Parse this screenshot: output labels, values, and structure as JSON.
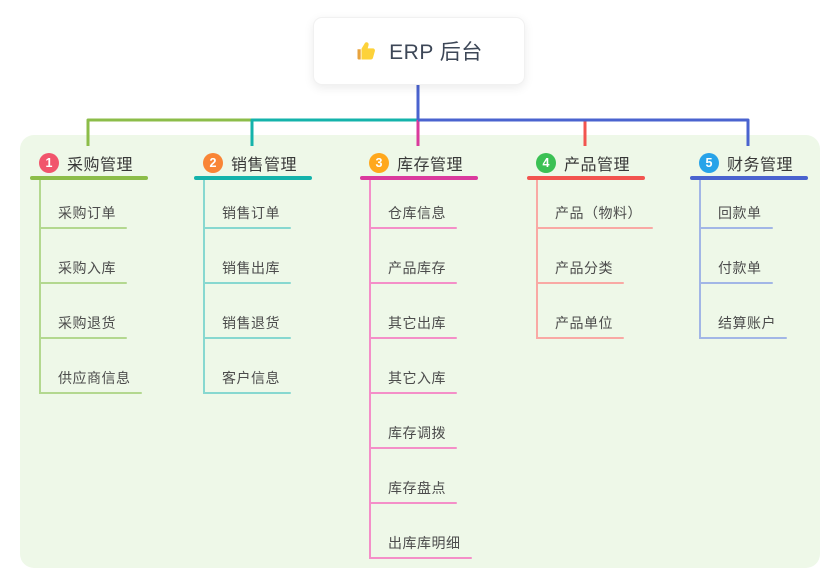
{
  "root": {
    "label": "ERP 后台",
    "icon": "thumbs-up-icon"
  },
  "panel": {
    "bg_color": "#eef8e8"
  },
  "connector_color": "#4a63cf",
  "branches": [
    {
      "number": "1",
      "title": "采购管理",
      "color": "#8cbd49",
      "light_color": "#b3d88f",
      "badge_color": "#f1556c",
      "children": [
        "采购订单",
        "采购入库",
        "采购退货",
        "供应商信息"
      ]
    },
    {
      "number": "2",
      "title": "销售管理",
      "color": "#14b3ab",
      "light_color": "#87d8d0",
      "badge_color": "#f98536",
      "children": [
        "销售订单",
        "销售出库",
        "销售退货",
        "客户信息"
      ]
    },
    {
      "number": "3",
      "title": "库存管理",
      "color": "#da3a9d",
      "light_color": "#f48fc8",
      "badge_color": "#ffa81d",
      "children": [
        "仓库信息",
        "产品库存",
        "其它出库",
        "其它入库",
        "库存调拨",
        "库存盘点",
        "出库库明细"
      ]
    },
    {
      "number": "4",
      "title": "产品管理",
      "color": "#f2544f",
      "light_color": "#f9a9a4",
      "badge_color": "#3bc154",
      "children": [
        "产品（物料）",
        "产品分类",
        "产品单位"
      ]
    },
    {
      "number": "5",
      "title": "财务管理",
      "color": "#4a63cf",
      "light_color": "#a2b6e6",
      "badge_color": "#27a3e9",
      "children": [
        "回款单",
        "付款单",
        "结算账户"
      ]
    }
  ]
}
